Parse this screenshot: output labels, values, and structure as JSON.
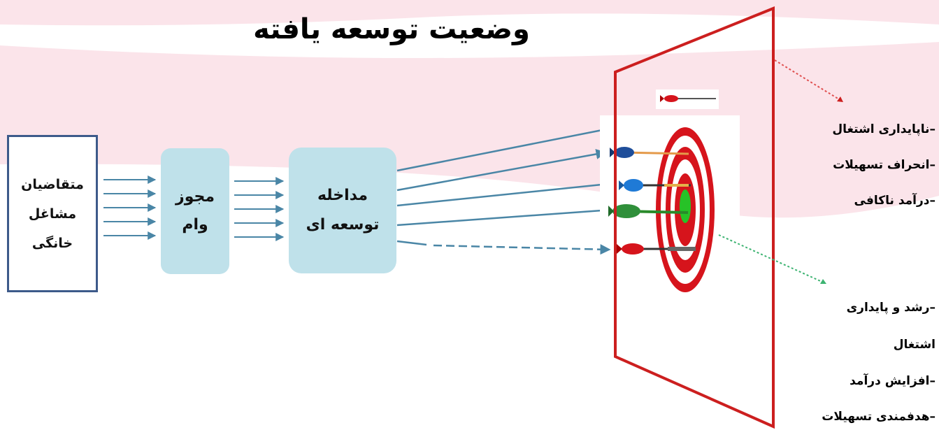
{
  "title": "وضعیت توسعه یافته",
  "applicants_box": {
    "lines": [
      "متقاضیان",
      "مشاغل",
      "خانگی"
    ]
  },
  "license_box": {
    "lines": [
      "مجوز",
      "وام"
    ]
  },
  "intervention_box": {
    "lines": [
      "مداخله",
      "توسعه ای"
    ]
  },
  "negative_outcomes": [
    "–ناپایداری اشتغال",
    "–انحراف تسهیلات",
    "–درآمد ناکافی"
  ],
  "positive_outcomes": [
    "–رشد و پایداری",
    "اشتغال",
    "–افزایش درآمد",
    "–هدفمندی تسهیلات"
  ],
  "colors": {
    "arrow": "#4a86a6",
    "box_fill": "#bfe1ea",
    "box_border": "#3d5a8a",
    "frame": "#cc1f1f",
    "target_red": "#d6141c",
    "bullseye": "#27c227",
    "band": "#fbe4ea",
    "negative_link": "#e05050",
    "positive_link": "#3cb371"
  }
}
